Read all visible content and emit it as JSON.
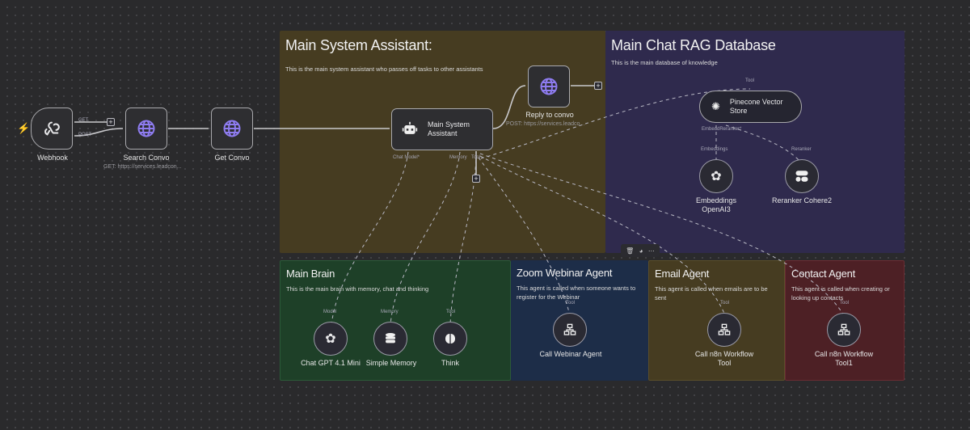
{
  "canvas": {
    "background": "#2a2a2c"
  },
  "stickies": {
    "main_system": {
      "title": "Main System Assistant:",
      "desc": "This is the main system assistant who passes off tasks to other assistants",
      "color": "#463c21"
    },
    "rag": {
      "title": "Main Chat RAG Database",
      "desc": "This is the main database of knowledge",
      "color": "#2f2a4d"
    },
    "brain": {
      "title": "Main Brain",
      "desc": "This is the main brain with memory, chat and thinking",
      "color": "#1e4028"
    },
    "zoom": {
      "title": "Zoom Webinar Agent",
      "desc": "This agent is called when someone wants to register for the Webinar",
      "color": "#1d2d48"
    },
    "email": {
      "title": "Email Agent",
      "desc": "This agent is called when emails are to be sent",
      "color": "#463c21"
    },
    "contact": {
      "title": "Contact Agent",
      "desc": "This agent is called when creating or looking up contacts",
      "color": "#4d2025"
    }
  },
  "nodes": {
    "webhook": {
      "label": "Webhook",
      "icon": "webhook-icon",
      "outputs": [
        "GET",
        "POST"
      ]
    },
    "search_convo": {
      "label": "Search Convo",
      "subtitle": "GET: https://services.leadcon...",
      "icon": "globe-icon"
    },
    "get_convo": {
      "label": "Get Convo",
      "icon": "globe-icon"
    },
    "main_assistant": {
      "label_line1": "Main System",
      "label_line2": "Assistant",
      "icon": "robot-icon",
      "inputs": [
        "Chat Model*",
        "Memory",
        "Tool"
      ]
    },
    "reply_convo": {
      "label": "Reply to convo",
      "subtitle": "POST: https://services.leadco...",
      "icon": "globe-icon"
    },
    "pinecone": {
      "label_line1": "Pinecone Vector",
      "label_line2": "Store",
      "icon": "pinecone-icon",
      "top_port": "Tool",
      "bottom_ports": "EmbeddReranker*"
    },
    "embeddings": {
      "label_line1": "Embeddings",
      "label_line2": "OpenAI3",
      "port": "Embeddings",
      "icon": "openai-icon"
    },
    "reranker": {
      "label": "Reranker Cohere2",
      "port": "Reranker",
      "icon": "cohere-icon"
    },
    "chatgpt": {
      "label": "Chat GPT 4.1 Mini",
      "port": "Model",
      "icon": "openai-icon"
    },
    "memory": {
      "label": "Simple Memory",
      "port": "Memory",
      "icon": "database-icon"
    },
    "think": {
      "label": "Think",
      "port": "Tool",
      "icon": "brain-icon"
    },
    "webinar_agent": {
      "label": "Call Webinar Agent",
      "port": "Tool",
      "icon": "workflow-icon"
    },
    "n8n_tool": {
      "label_line1": "Call n8n Workflow",
      "label_line2": "Tool",
      "port": "Tool",
      "icon": "workflow-icon"
    },
    "n8n_tool1": {
      "label_line1": "Call n8n Workflow",
      "label_line2": "Tool1",
      "port": "Tool",
      "icon": "workflow-icon"
    }
  },
  "toolbar": {
    "delete": "🗑",
    "color": "◕",
    "more": "⋯"
  },
  "plus": "+"
}
